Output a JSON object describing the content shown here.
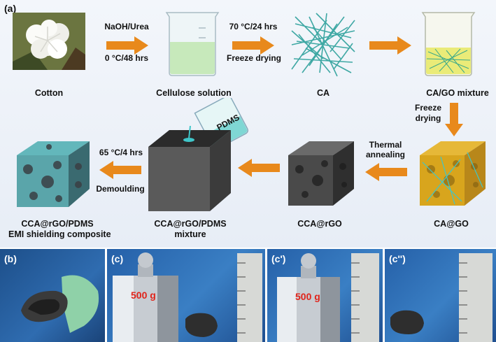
{
  "panel_a": {
    "label": "(a)",
    "steps": {
      "cotton": "Cotton",
      "cellulose_solution": "Cellulose solution",
      "ca": "CA",
      "ca_go_mixture": "CA/GO mixture",
      "ca_go": "CA@GO",
      "cca_rgo": "CCA@rGO",
      "cca_rgo_pdms_mixture_line1": "CCA@rGO/PDMS",
      "cca_rgo_pdms_mixture_line2": "mixture",
      "composite_line1": "CCA@rGO/PDMS",
      "composite_line2": "EMI shielding composite"
    },
    "arrows": {
      "a1_top": "NaOH/Urea",
      "a1_bottom": "0 °C/48 hrs",
      "a2_top": "70 °C/24 hrs",
      "a2_bottom": "Freeze drying",
      "down_line1": "Freeze",
      "down_line2": "drying",
      "thermal_line1": "Thermal",
      "thermal_line2": "annealing",
      "mould_top": "65 °C/4 hrs",
      "mould_bottom": "Demoulding"
    },
    "pdms_label": "PDMS"
  },
  "photos": [
    {
      "label": "(b)"
    },
    {
      "label": "(c)",
      "weight_text": "500 g"
    },
    {
      "label": "(c')",
      "weight_text": "500 g"
    },
    {
      "label": "(c'')"
    }
  ],
  "colors": {
    "arrow": "#e8891c",
    "cyan": "#3fc6c9",
    "gold": "#d8a51d",
    "dark": "#3a3a3a",
    "weight_text": "#e0241b"
  }
}
